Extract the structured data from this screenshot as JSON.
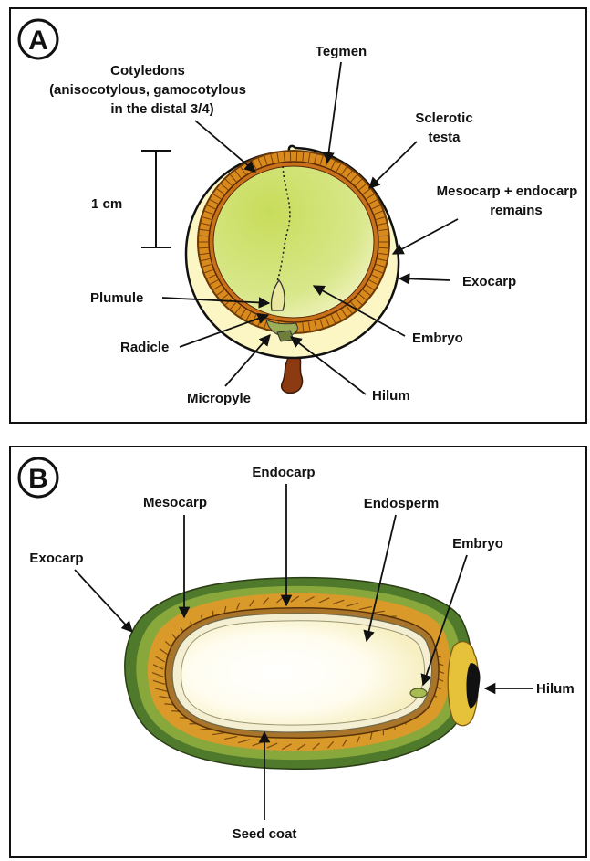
{
  "panel_a": {
    "badge": "A",
    "labels": {
      "cotyledons_1": "Cotyledons",
      "cotyledons_2": "(anisocotylous, gamocotylous",
      "cotyledons_3": "in the distal 3/4)",
      "tegmen": "Tegmen",
      "sclerotic_1": "Sclerotic",
      "sclerotic_2": "testa",
      "mesocarp_1": "Mesocarp + endocarp",
      "mesocarp_2": "remains",
      "exocarp": "Exocarp",
      "embryo": "Embryo",
      "hilum": "Hilum",
      "micropyle": "Micropyle",
      "radicle": "Radicle",
      "plumule": "Plumule",
      "scale": "1 cm"
    }
  },
  "panel_b": {
    "badge": "B",
    "labels": {
      "mesocarp": "Mesocarp",
      "endocarp": "Endocarp",
      "endosperm": "Endosperm",
      "embryo": "Embryo",
      "exocarp": "Exocarp",
      "hilum": "Hilum",
      "seed_coat": "Seed coat"
    }
  },
  "colors": {
    "mesocarp_cream": "#fbf6c3",
    "testa_orange": "#d98a1c",
    "cotyledon_green": "#bcd54a",
    "exocarp_dark_green": "#4f7a2c",
    "exocarp_light_green": "#88a83c",
    "endosperm_cream": "#fffbe0",
    "stalk_brown": "#8b3a12"
  }
}
